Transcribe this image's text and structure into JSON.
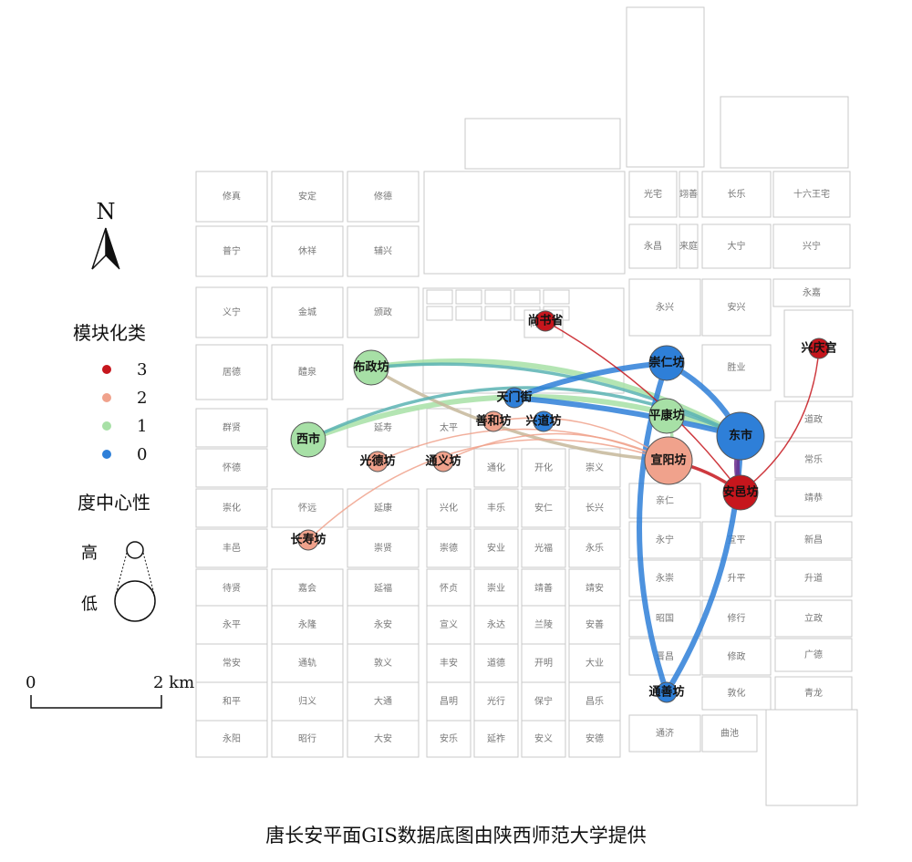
{
  "caption": "唐长安平面GIS数据底图由陕西师范大学提供",
  "north": "N",
  "legend": {
    "module_title": "模块化类",
    "classes": [
      {
        "label": "3",
        "color": "#c6161d"
      },
      {
        "label": "2",
        "color": "#f0a28c"
      },
      {
        "label": "1",
        "color": "#a7e0a6"
      },
      {
        "label": "0",
        "color": "#2e7fd8"
      }
    ],
    "degree_title": "度中心性",
    "high": "高",
    "low": "低"
  },
  "scale": {
    "start": "0",
    "end": "2 km"
  },
  "wards": [
    "修真",
    "安定",
    "修德",
    "普宁",
    "休祥",
    "辅兴",
    "义宁",
    "金城",
    "颁政",
    "居德",
    "醴泉",
    "群贤",
    "延寿",
    "太平",
    "怀德",
    "崇化",
    "怀远",
    "延康",
    "兴化",
    "丰乐",
    "安仁",
    "长兴",
    "丰邑",
    "崇贤",
    "崇德",
    "安业",
    "光福",
    "永乐",
    "待贤",
    "嘉会",
    "延福",
    "怀贞",
    "崇业",
    "靖善",
    "靖安",
    "永平",
    "永隆",
    "永安",
    "宣义",
    "永达",
    "兰陵",
    "安善",
    "常安",
    "通轨",
    "敦义",
    "丰安",
    "道德",
    "开明",
    "大业",
    "和平",
    "归义",
    "大通",
    "昌明",
    "光行",
    "保宁",
    "昌乐",
    "永阳",
    "昭行",
    "大安",
    "安乐",
    "延祚",
    "安义",
    "安德",
    "通化",
    "开化",
    "崇义",
    "光宅",
    "翊善",
    "长乐",
    "十六王宅",
    "永昌",
    "来庭",
    "大宁",
    "兴宁",
    "永兴",
    "安兴",
    "永嘉",
    "胜业",
    "道政",
    "常乐",
    "亲仁",
    "靖恭",
    "宣平",
    "新昌",
    "永宁",
    "升平",
    "升道",
    "永崇",
    "修行",
    "立政",
    "昭国",
    "广德",
    "晋昌",
    "修政",
    "敦化",
    "青龙",
    "通济",
    "曲池",
    "尚书省"
  ],
  "nodes": [
    {
      "id": "shangshusheng",
      "label": "尚书省",
      "class": 3,
      "color": "#c6161d",
      "size": "small"
    },
    {
      "id": "xingqinggong",
      "label": "兴庆宫",
      "class": 3,
      "color": "#c6161d",
      "size": "small"
    },
    {
      "id": "anyifang",
      "label": "安邑坊",
      "class": 3,
      "color": "#c6161d",
      "size": "medium"
    },
    {
      "id": "xuanyangfang",
      "label": "宣阳坊",
      "class": 2,
      "color": "#f0a28c",
      "size": "large"
    },
    {
      "id": "guangdefang",
      "label": "光德坊",
      "class": 2,
      "color": "#f0a28c",
      "size": "small"
    },
    {
      "id": "tongyifang",
      "label": "通义坊",
      "class": 2,
      "color": "#f0a28c",
      "size": "small"
    },
    {
      "id": "changshoufang",
      "label": "长寿坊",
      "class": 2,
      "color": "#f0a28c",
      "size": "small"
    },
    {
      "id": "shanhefang",
      "label": "善和坊",
      "class": 2,
      "color": "#f0a28c",
      "size": "small"
    },
    {
      "id": "buzhengfang",
      "label": "布政坊",
      "class": 1,
      "color": "#a7e0a6",
      "size": "medium"
    },
    {
      "id": "xishi",
      "label": "西市",
      "class": 1,
      "color": "#a7e0a6",
      "size": "medium"
    },
    {
      "id": "pingkangfang",
      "label": "平康坊",
      "class": 1,
      "color": "#a7e0a6",
      "size": "medium"
    },
    {
      "id": "tianmenjie",
      "label": "天门街",
      "class": 0,
      "color": "#2e7fd8",
      "size": "small"
    },
    {
      "id": "chongrenfang",
      "label": "崇仁坊",
      "class": 0,
      "color": "#2e7fd8",
      "size": "medium"
    },
    {
      "id": "dongshi",
      "label": "东市",
      "class": 0,
      "color": "#2e7fd8",
      "size": "large"
    },
    {
      "id": "xingdaofang",
      "label": "兴道坊",
      "class": 0,
      "color": "#2e7fd8",
      "size": "small"
    },
    {
      "id": "tongshanfang",
      "label": "通善坊",
      "class": 0,
      "color": "#2e7fd8",
      "size": "small"
    }
  ],
  "edges": [
    {
      "from": "xishi",
      "to": "dongshi",
      "color": "#a7e0a6",
      "weight": "heavy"
    },
    {
      "from": "buzhengfang",
      "to": "dongshi",
      "color": "#a7e0a6",
      "weight": "heavy"
    },
    {
      "from": "buzhengfang",
      "to": "xuanyangfang",
      "color": "#c6b79a",
      "weight": "medium"
    },
    {
      "from": "xishi",
      "to": "dongshi",
      "color": "#5bb3b3",
      "weight": "medium"
    },
    {
      "from": "buzhengfang",
      "to": "dongshi",
      "color": "#5bb3b3",
      "weight": "medium"
    },
    {
      "from": "tianmenjie",
      "to": "chongrenfang",
      "color": "#2e7fd8",
      "weight": "heavy"
    },
    {
      "from": "tianmenjie",
      "to": "dongshi",
      "color": "#2e7fd8",
      "weight": "heavy"
    },
    {
      "from": "chongrenfang",
      "to": "dongshi",
      "color": "#2e7fd8",
      "weight": "heavy"
    },
    {
      "from": "tongshanfang",
      "to": "dongshi",
      "color": "#2e7fd8",
      "weight": "heavy"
    },
    {
      "from": "tongshanfang",
      "to": "chongrenfang",
      "color": "#2e7fd8",
      "weight": "heavy"
    },
    {
      "from": "shangshusheng",
      "to": "anyifang",
      "color": "#c6161d",
      "weight": "light"
    },
    {
      "from": "xingqinggong",
      "to": "anyifang",
      "color": "#c6161d",
      "weight": "light"
    },
    {
      "from": "xuanyangfang",
      "to": "anyifang",
      "color": "#c6161d",
      "weight": "medium"
    },
    {
      "from": "dongshi",
      "to": "anyifang",
      "color": "#6a2a8a",
      "weight": "heavy"
    },
    {
      "from": "changshoufang",
      "to": "xuanyangfang",
      "color": "#f0a28c",
      "weight": "light"
    },
    {
      "from": "guangdefang",
      "to": "xuanyangfang",
      "color": "#f0a28c",
      "weight": "light"
    },
    {
      "from": "tongyifang",
      "to": "xuanyangfang",
      "color": "#f0a28c",
      "weight": "light"
    },
    {
      "from": "shanhefang",
      "to": "xuanyangfang",
      "color": "#f0a28c",
      "weight": "light"
    },
    {
      "from": "pingkangfang",
      "to": "xuanyangfang",
      "color": "#a7e0a6",
      "weight": "medium"
    }
  ]
}
